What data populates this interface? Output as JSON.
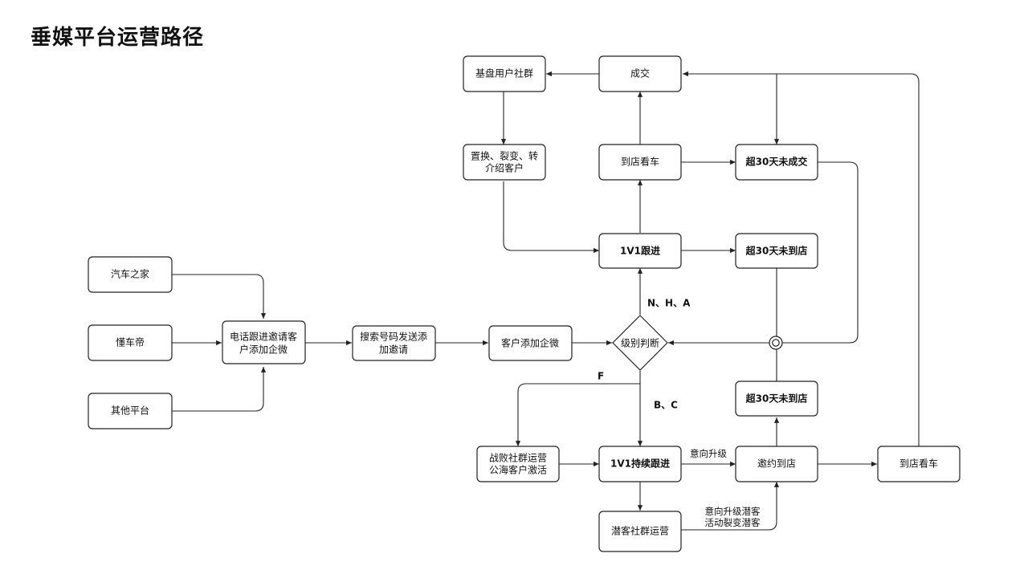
{
  "title": "垂媒平台运营路径",
  "nodes": {
    "qichezhijia": "汽车之家",
    "dongchedi": "懂车帝",
    "qita": "其他平台",
    "dianhua_1": "电话跟进邀请客",
    "dianhua_2": "户添加企微",
    "sousuo_1": "搜索号码发送添",
    "sousuo_2": "加邀请",
    "kehu_qiwei": "客户添加企微",
    "jibie": "级别判断",
    "genjin_1v1": "1V1跟进",
    "chixu_genjin": "1V1持续跟进",
    "zhanbai_1": "战败社群运营",
    "zhanbai_2": "公海客户激活",
    "qianke": "潜客社群运营",
    "yaoyue": "邀约到店",
    "daodian_right": "到店看车",
    "daodian_top": "到店看车",
    "chengjiao": "成交",
    "jipan": "基盘用户社群",
    "zhihuan_1": "置换、裂变、转",
    "zhihuan_2": "介绍客户",
    "chao30_chengjiao": "超30天未成交",
    "chao30_daodian_top": "超30天未到店",
    "chao30_daodian_bottom": "超30天未到店"
  },
  "edge_labels": {
    "nha": "N、H、A",
    "bc": "B、C",
    "f": "F",
    "yixiang": "意向升级",
    "qianke_1": "意向升级潜客",
    "qianke_2": "活动裂变潜客"
  }
}
